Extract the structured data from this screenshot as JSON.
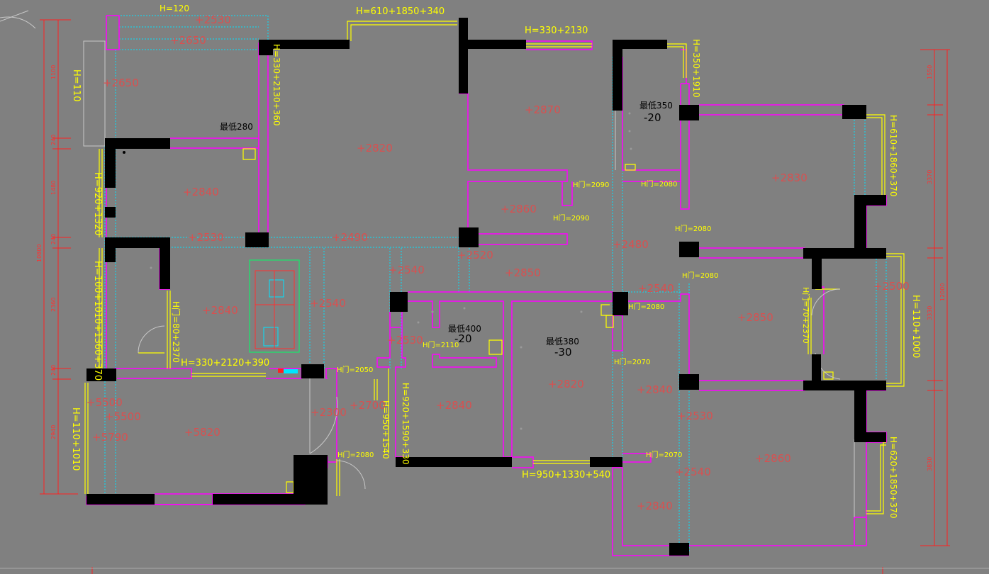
{
  "height_labels": [
    "H=120",
    "H=610+1850+340",
    "H=330+2130",
    "H=350+1910",
    "H=330+2130+360",
    "H=110",
    "H=610+1860+370",
    "H=920+1320",
    "H=100+1010+1360+370",
    "H门=80+2370",
    "H=330+2120+390",
    "H=110+1010",
    "H=920+1590+330",
    "H=950+1540",
    "H=950+1330+540",
    "H=110+1000",
    "H门=70+2370",
    "H=620+1850+370"
  ],
  "door_labels": [
    "H门=2090",
    "H门=2080",
    "H门=2090",
    "H门=2080",
    "H门=2080",
    "H门=2080",
    "H门=2110",
    "H门=2050",
    "H门=2070",
    "H门=2080",
    "H门=2070"
  ],
  "elevations": [
    "+2530",
    "+2650",
    "+2650",
    "+2820",
    "+2870",
    "+2830",
    "+2840",
    "+2860",
    "+2530",
    "+2490",
    "+2480",
    "+2520",
    "+2540",
    "+2850",
    "+2540",
    "+2500",
    "+2840",
    "+2540",
    "+2530",
    "+2850",
    "+2820",
    "+2840",
    "+2300",
    "+2700",
    "+2840",
    "+2530",
    "+5500",
    "+5500",
    "+5820",
    "+5790",
    "+2860",
    "+2540",
    "+2840"
  ],
  "notes": [
    "最低280",
    "最低350",
    "-20",
    "最低400",
    "-20",
    "最低380",
    "-30"
  ]
}
